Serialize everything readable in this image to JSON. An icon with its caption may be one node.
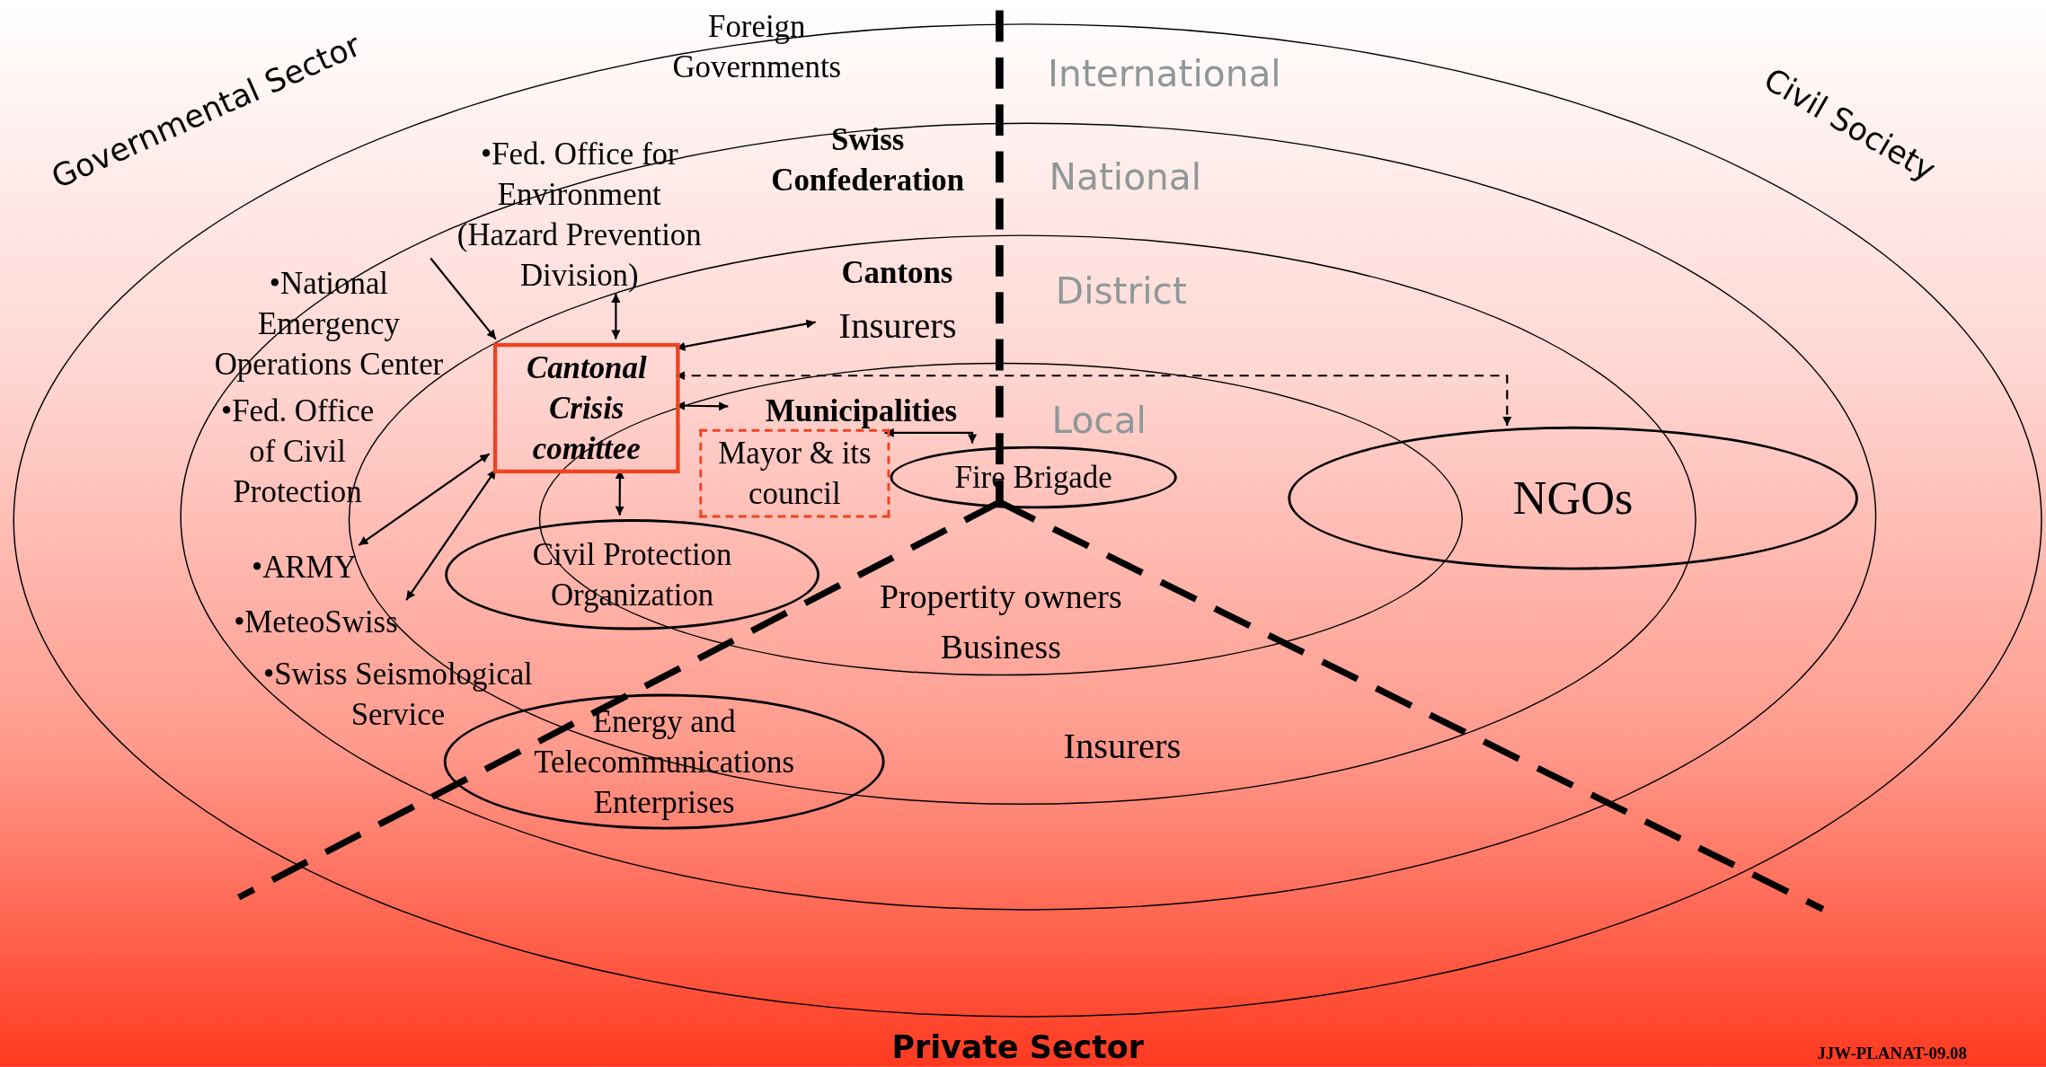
{
  "diagram": {
    "nodes": [
      {
        "text": [
          "International"
        ]
      },
      {
        "text": [
          "National"
        ],
        "in": 0
      },
      {
        "text": [
          "District"
        ],
        "in": 1
      },
      {
        "text": [
          "Local"
        ],
        "in": 2
      },
      {
        "text": [
          "•Fed. Office for Environment (Hazard Prevention Division)"
        ],
        "in": 1
      },
      {
        "text": [
          "•National Emergency Operations Center"
        ],
        "in": 1
      },
      {
        "text": [
          "Cantonal Crisis comittee"
        ],
        "in": 2
      },
      {
        "text": [
          "Insurers"
        ],
        "in": 2
      },
      {
        "text": [
          "Municipalities"
        ],
        "in": 3
      },
      {
        "text": [
          "Mayor & its council"
        ],
        "in": 3
      },
      {
        "text": [
          "Fire Brigade"
        ],
        "in": 3
      },
      {
        "text": [
          "NGOs"
        ],
        "in": 1
      },
      {
        "text": [
          "•ARMY"
        ],
        "in": 1
      },
      {
        "text": [
          "•MeteoSwiss"
        ],
        "in": 1
      },
      {
        "text": [
          "Civil Protection Organization"
        ],
        "in": 2
      },
      {
        "text": [
          "Energy and Telecommunications Enterprises"
        ],
        "in": 1
      }
    ],
    "edges": [
      {
        "from": 5,
        "to": 6,
        "arrow": "to"
      },
      {
        "from": 4,
        "to": 6,
        "arrow": "both"
      },
      {
        "from": 7,
        "to": 6,
        "arrow": "both"
      },
      {
        "from": 6,
        "to": 8,
        "arrow": "both"
      },
      {
        "from": 12,
        "to": 6,
        "arrow": "both"
      },
      {
        "from": 13,
        "to": 6,
        "arrow": "both"
      },
      {
        "from": 6,
        "to": 14,
        "arrow": "both"
      },
      {
        "from": 9,
        "to": 10,
        "arrow": "both"
      },
      {
        "from": 6,
        "to": 11,
        "arrow": "both",
        "style": "dashed"
      }
    ],
    "labels": [
      "Governmental Sector",
      "Foreign Governments",
      "Civil Society",
      "Swiss Confederation",
      "Cantons",
      "•Fed. Office of Civil Protection",
      "Propertity owners Business",
      "•Swiss Seismological Service",
      "Insurers",
      "Private Sector",
      "JJW-PLANAT-09.08"
    ]
  }
}
